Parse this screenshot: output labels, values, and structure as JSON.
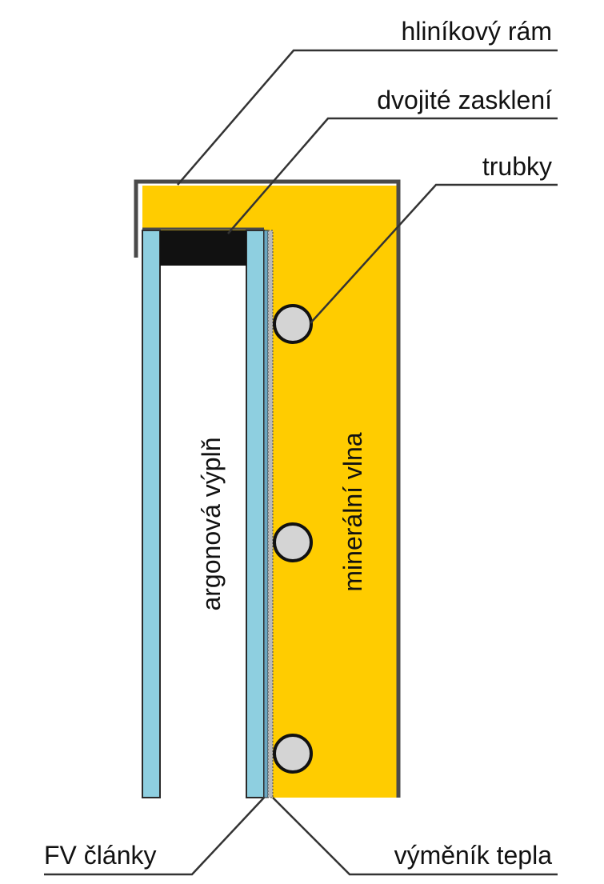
{
  "colors": {
    "insulation": "#ffcc00",
    "glass": "#8ecfe0",
    "seal": "#111111",
    "pipe_fill": "#d4d4d4",
    "pipe_stroke": "#111111",
    "frame": "#4a4a4a",
    "leader": "#333333"
  },
  "labels": {
    "frame": "hliníkový rám",
    "glazing": "dvojité zasklení",
    "pipes": "trubky",
    "argon": "argonová výplň",
    "wool": "minerální vlna",
    "pv_cells": "FV články",
    "heat_exchanger": "výměník tepla"
  }
}
